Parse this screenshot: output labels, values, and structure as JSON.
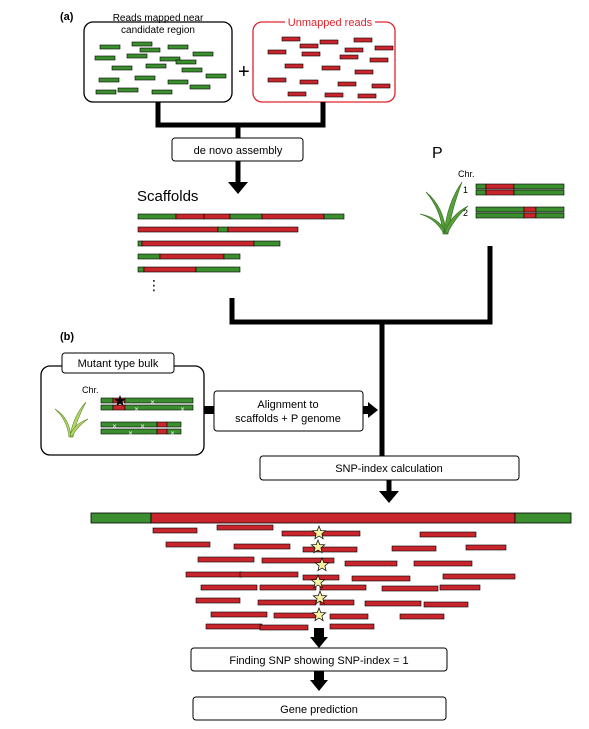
{
  "panel_a": {
    "label": "(a)",
    "mapped_reads_label_line1": "Reads mapped near",
    "mapped_reads_label_line2": "candidate region",
    "plus_sign": "+",
    "unmapped_reads_label": "Unmapped reads",
    "assembly_step": "de novo assembly",
    "scaffolds_label": "Scaffolds",
    "ellipsis": "⋮",
    "parent_label": "P",
    "chr_label": "Chr.",
    "chr1_label": "1",
    "chr2_label": "2"
  },
  "panel_b": {
    "label": "(b)",
    "bulk_title": "Mutant type bulk",
    "chr_label": "Chr.",
    "alignment_line1": "Alignment to",
    "alignment_line2": "scaffolds + P genome",
    "snp_index_step": "SNP-index calculation",
    "finding_step": "Finding SNP showing SNP-index = 1",
    "gene_prediction_step": "Gene prediction"
  },
  "colors": {
    "green": "#3b8f2e",
    "red": "#c8262c",
    "outline": "#000000",
    "unmapped_border": "#e0242c",
    "star_fill": "#f7f3a0"
  }
}
